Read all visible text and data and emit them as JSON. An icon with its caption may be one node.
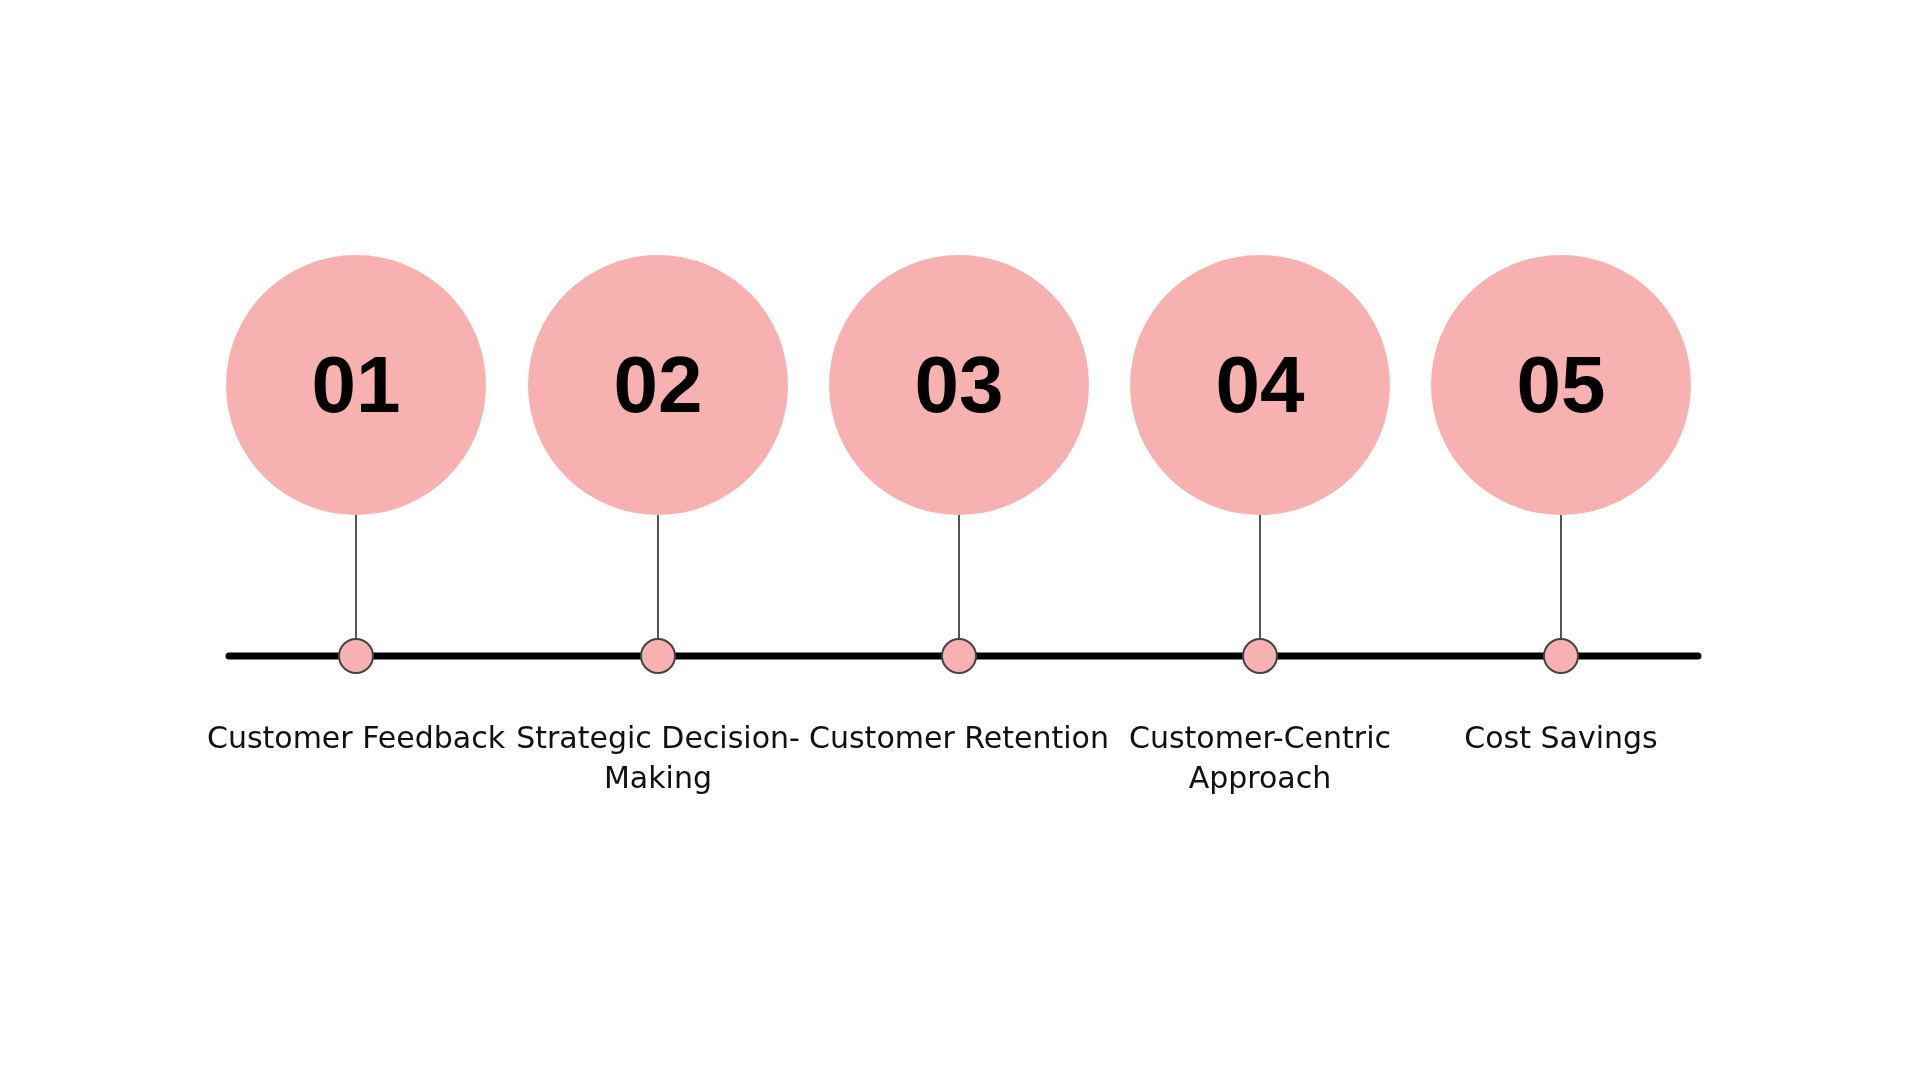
{
  "diagram": {
    "nodes": [
      {
        "text": [
          "01"
        ]
      },
      {
        "text": [
          "02"
        ]
      },
      {
        "text": [
          "03"
        ]
      },
      {
        "text": [
          "04"
        ]
      },
      {
        "text": [
          "05"
        ]
      },
      {
        "text": [],
        "shape": "circle",
        "beside": [
          "Customer Feedback"
        ]
      },
      {
        "text": [],
        "shape": "circle",
        "beside": [
          "Strategic Decision-Making"
        ]
      },
      {
        "text": [],
        "shape": "circle",
        "beside": [
          "Customer Retention"
        ]
      },
      {
        "text": [],
        "shape": "circle",
        "beside": [
          "Customer-Centric Approach"
        ]
      },
      {
        "text": [],
        "shape": "circle",
        "beside": [
          "Cost Savings"
        ]
      }
    ],
    "edges": [
      {
        "from": 0,
        "to": 5,
        "arrow": "none"
      },
      {
        "from": 1,
        "to": 6,
        "arrow": "none"
      },
      {
        "from": 2,
        "to": 7,
        "arrow": "none"
      },
      {
        "from": 3,
        "to": 8,
        "arrow": "none"
      },
      {
        "from": 4,
        "to": 9,
        "arrow": "none"
      }
    ]
  }
}
